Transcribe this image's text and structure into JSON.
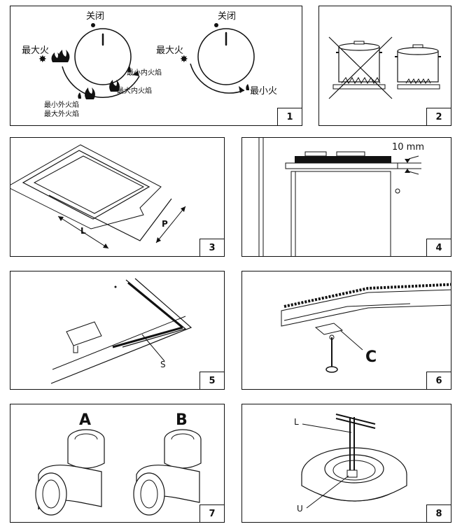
{
  "panels": [
    {
      "number": "1",
      "labels": {
        "off": "关闭",
        "max_left": "最大火",
        "min_inner": "最小内火焰",
        "max_inner": "最大内火焰",
        "min_outer": "最小外火焰",
        "max_outer": "最大外火焰",
        "off2": "关闭",
        "max_right": "最大火",
        "min_right": "最小火"
      }
    },
    {
      "number": "2"
    },
    {
      "number": "3",
      "labels": {
        "L": "L",
        "P": "P"
      }
    },
    {
      "number": "4",
      "labels": {
        "gap": "10 mm"
      }
    },
    {
      "number": "5",
      "labels": {
        "S": "S"
      }
    },
    {
      "number": "6",
      "labels": {
        "C": "C"
      }
    },
    {
      "number": "7",
      "labels": {
        "A": "A",
        "B": "B"
      }
    },
    {
      "number": "8",
      "labels": {
        "L": "L",
        "U": "U"
      }
    }
  ]
}
